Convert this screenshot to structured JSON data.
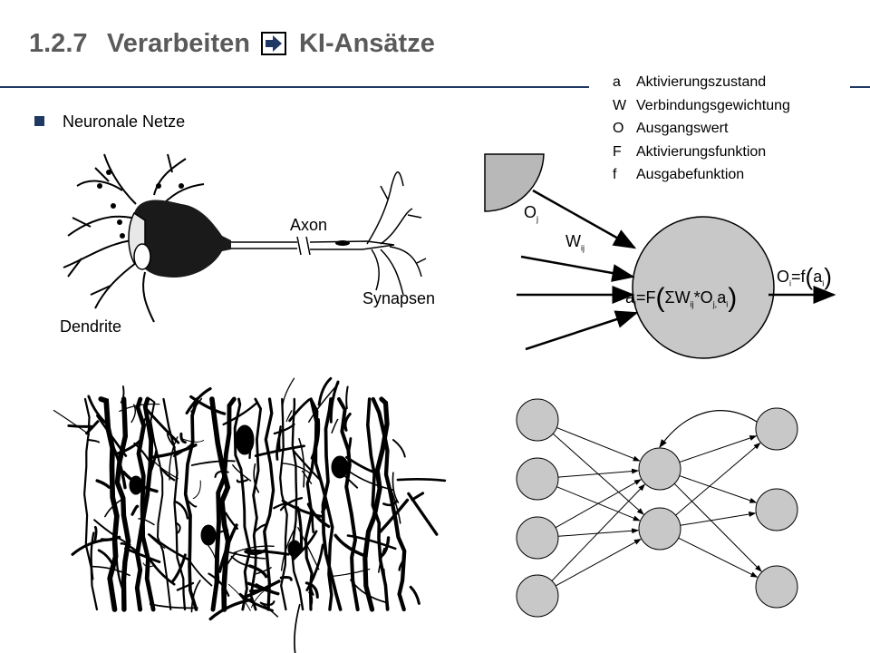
{
  "slide": {
    "number": "1.2.7",
    "title_left": "Verarbeiten",
    "title_right": "KI-Ansätze",
    "bullet": "Neuronale Netze"
  },
  "legend": [
    {
      "key": "a",
      "text": "Aktivierungszustand"
    },
    {
      "key": "W",
      "text": "Verbindungsgewichtung"
    },
    {
      "key": "O",
      "text": "Ausgangswert"
    },
    {
      "key": "F",
      "text": "Aktivierungsfunktion"
    },
    {
      "key": "f",
      "text": "Ausgabefunktion"
    }
  ],
  "neuron_labels": {
    "axon": "Axon",
    "synapsen": "Synapsen",
    "dendrite": "Dendrite"
  },
  "model": {
    "input_output": "O",
    "input_output_sub": "j",
    "weight": "W",
    "weight_sub": "ij",
    "activation": "a",
    "activation_sub": "i",
    "activation_eq": "=F",
    "sigma": "Σ",
    "formula_w": "W",
    "formula_w_sub": "ij",
    "formula_times_o": "*O",
    "formula_o_sub": "j,",
    "formula_a": "a",
    "formula_a_sub": "i",
    "output": "O",
    "output_sub": "i",
    "output_eq": "=f",
    "output_a": "a",
    "output_a_sub": "i",
    "paren_open": "(",
    "paren_close": ")"
  },
  "colors": {
    "title": "#5a5a5a",
    "rule": "#1f3864",
    "bullet": "#1f3864",
    "node_fill": "#c8c8c8"
  }
}
